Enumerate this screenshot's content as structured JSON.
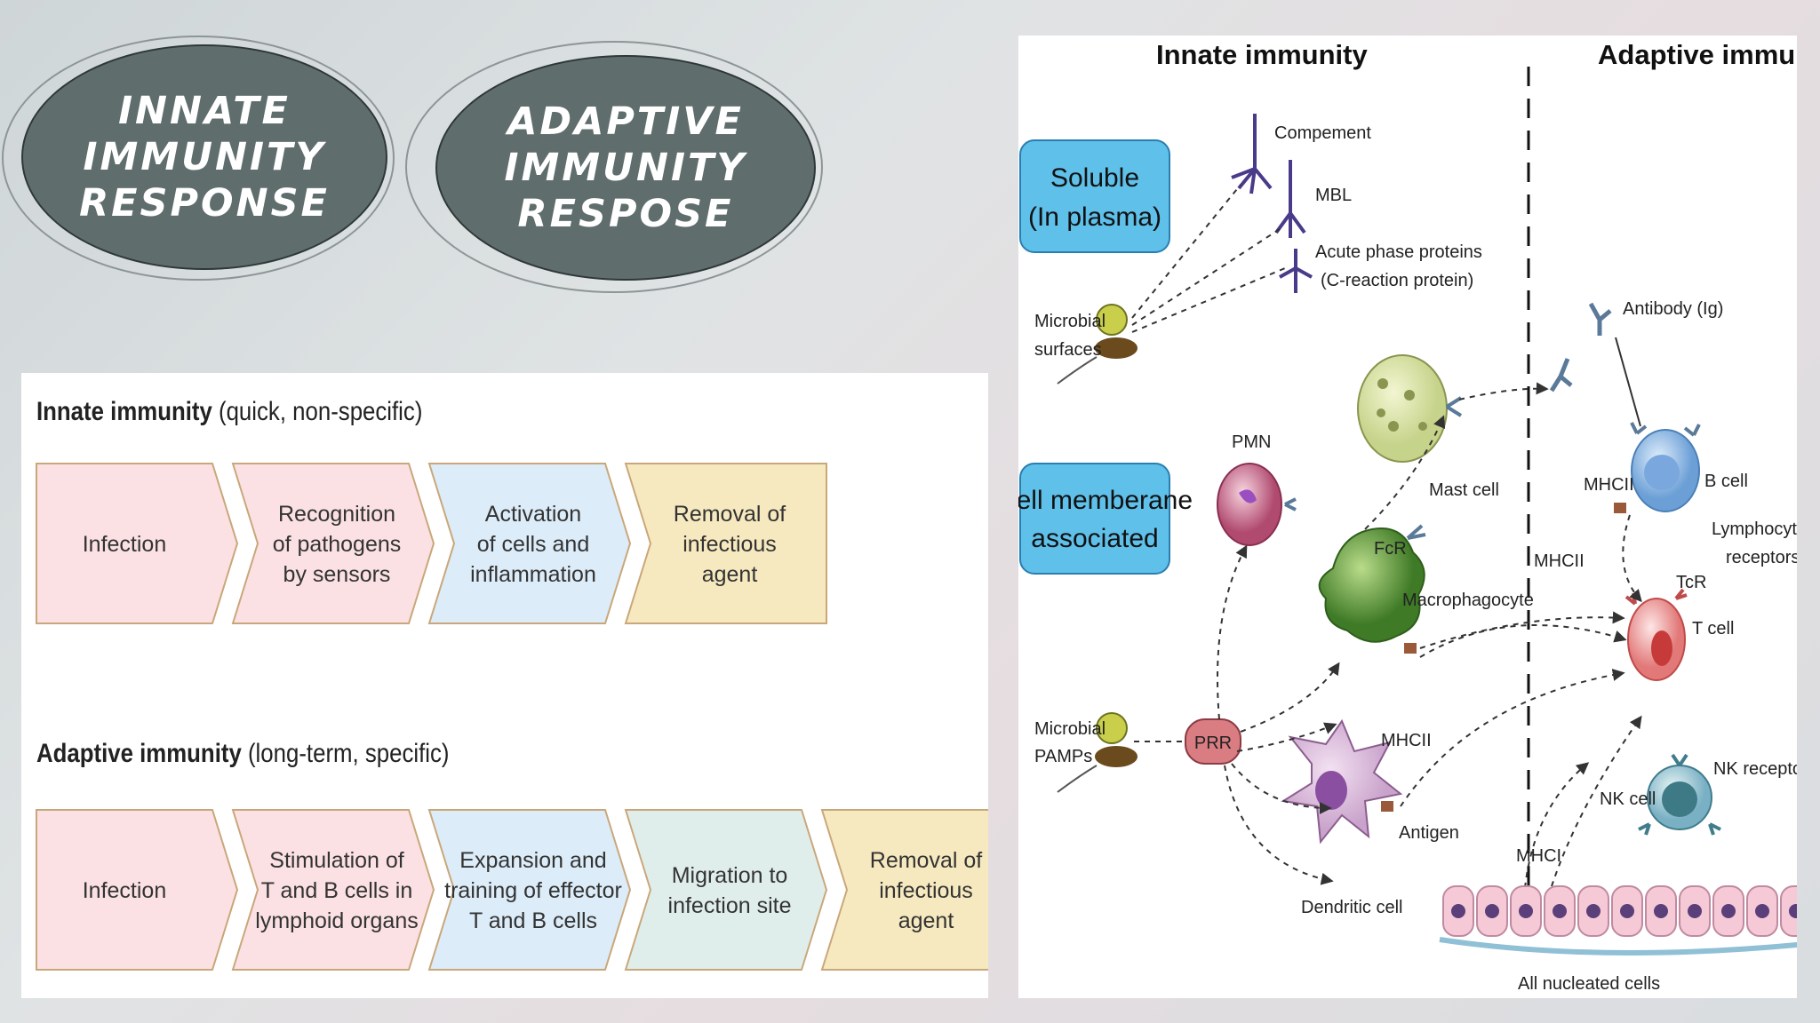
{
  "ovals": {
    "innate": [
      "INNATE",
      "IMMUNITY",
      "RESPONSE"
    ],
    "adaptive": [
      "ADAPTIVE",
      "IMMUNITY",
      "RESPOSE"
    ]
  },
  "flowchart": {
    "innate_title_bold": "Innate immunity",
    "innate_title_rest": " (quick, non-specific)",
    "innate_steps": [
      {
        "lines": [
          "Infection"
        ],
        "color": "#fbe1e3"
      },
      {
        "lines": [
          "Recognition",
          "of pathogens",
          "by sensors"
        ],
        "color": "#fbe1e3"
      },
      {
        "lines": [
          "Activation",
          "of cells and",
          "inflammation"
        ],
        "color": "#dcecf8"
      },
      {
        "lines": [
          "Removal of",
          "infectious",
          "agent"
        ],
        "color": "#f7e9bf"
      }
    ],
    "adaptive_title_bold": "Adaptive immunity",
    "adaptive_title_rest": " (long-term, specific)",
    "adaptive_steps": [
      {
        "lines": [
          "Infection"
        ],
        "color": "#fbe1e3"
      },
      {
        "lines": [
          "Stimulation of",
          "T and B cells in",
          "lymphoid organs"
        ],
        "color": "#fbe1e3"
      },
      {
        "lines": [
          "Expansion and",
          "training of effector",
          "T and B cells"
        ],
        "color": "#dcecf8"
      },
      {
        "lines": [
          "Migration to",
          "infection site"
        ],
        "color": "#e0eeeb"
      },
      {
        "lines": [
          "Removal of",
          "infectious",
          "agent"
        ],
        "color": "#f7e9bf"
      }
    ]
  },
  "diagram": {
    "header_innate": "Innate immunity",
    "header_adaptive": "Adaptive immunity",
    "box_soluble": [
      "Soluble",
      "(In plasma)"
    ],
    "box_membrane": [
      "Cell memberane",
      "associated"
    ],
    "label_complement": "Compement",
    "label_mbl": "MBL",
    "label_acute": [
      "Acute phase proteins",
      "(C-reaction protein)"
    ],
    "label_microbial_surfaces": [
      "Microbial",
      "surfaces"
    ],
    "label_microbial_pamps": [
      "Microbial",
      "PAMPs"
    ],
    "label_prr": "PRR",
    "label_pmn": "PMN",
    "label_mast": "Mast cell",
    "label_fcr": "FcR",
    "label_macro": "Macrophagocyte",
    "label_mhcii_mid": "MHCII",
    "label_mhcii_dc": "MHCII",
    "label_antigen": "Antigen",
    "label_dendritic": "Dendritic cell",
    "label_antibody": "Antibody (Ig)",
    "label_mhcii_b": "MHCII",
    "label_bcell": "B cell",
    "label_lymph": [
      "Lymphocyts",
      "receptors"
    ],
    "label_tcr": "TcR",
    "label_tcell": "T cell",
    "label_nkrec": "NK receptor",
    "label_nkcell": "NK cell",
    "label_mhci": "MHCI",
    "label_nucleated": "All nucleated cells"
  }
}
